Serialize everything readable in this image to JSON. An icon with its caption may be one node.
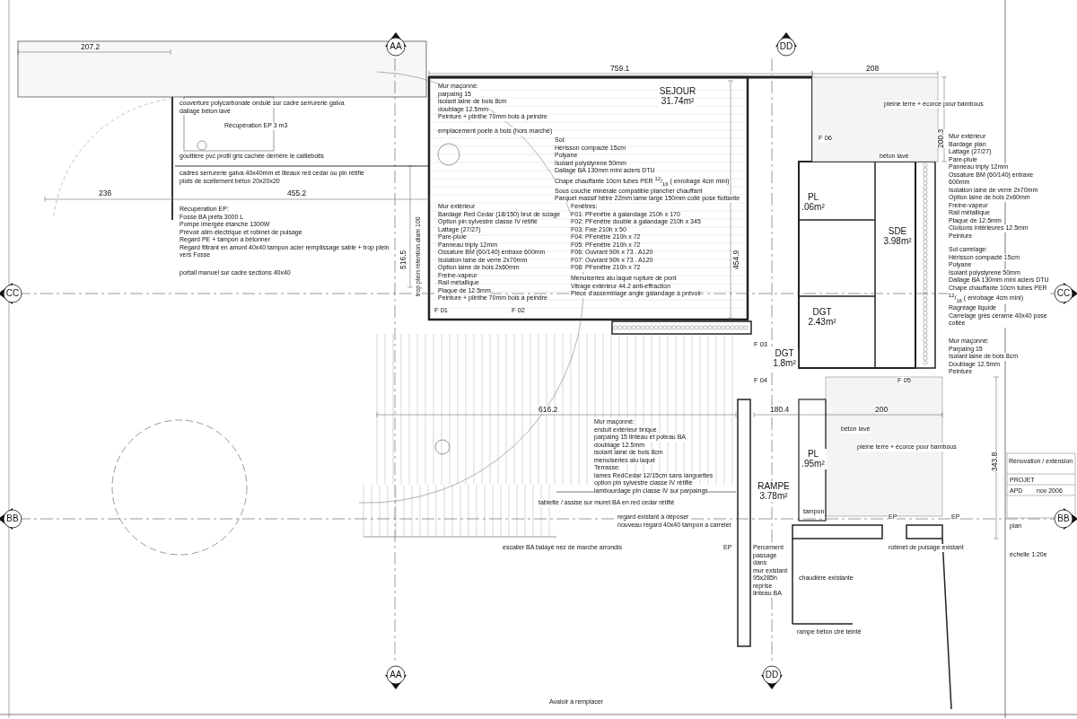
{
  "diagram": {
    "nodes": [
      {
        "text": [
          "SEJOUR",
          "31.74m²"
        ]
      },
      {
        "text": [
          "PL",
          ".06m²"
        ]
      },
      {
        "text": [
          "SDE",
          "3.98m²"
        ]
      },
      {
        "text": [
          "DGT",
          "2.43m²"
        ]
      },
      {
        "text": [
          "DGT",
          "1.8m²"
        ]
      },
      {
        "text": [
          "PL",
          ".95m²"
        ]
      },
      {
        "text": [
          "RAMPE",
          "3.78m²"
        ]
      }
    ],
    "labels": [
      "207.2",
      "759.1",
      "208",
      "AA",
      "DD",
      "Mur maçonné:",
      "parpaing 15",
      "isolant laine de bois 8cm",
      "doublage 12.5mm",
      "Peinture + plinthe 70mm bois à peindre",
      "couverture polycarbonate ondulé sur cadre serrurerie galva",
      "dallage béton lavé",
      "pleine terre + écorce pour bambous",
      "200.3",
      "Récupération EP 3 m3",
      "gouttière pvc profil gris cachée derrière le caillebotis",
      "béton lavé",
      "emplacement poele à bois (hors marché)",
      "cadres serrurerie galva 40x40mm et liteaux red cedar ou pin rétifié",
      "plots de scellement béton 20x20x20",
      "236",
      "455.2",
      "Récupération EP:",
      "Fosse BA préfa 3000 L",
      "Pompe imergée étanche 1300W",
      "Prévoir alim électrique et robinet de puisage",
      "Regard PE + tampon a bétonner",
      "Regard filtrant en amont 40x40 tampon acier remplissage sable + trop plein vers Fosse",
      "516.5",
      "454.9",
      "Mur extérieur",
      "Bardage plan",
      "Lattage (27/27)",
      "Pare-pluie",
      "Panneau triply 12mm",
      "Ossature BM (60/140) entraxe 600mm",
      "Isolation laine de verre 2x70mm",
      "Option laine de bois 2x60mm",
      "Freine-vapeur",
      "Rail métallique",
      "Plaque de 12.5mm",
      "Cloisons intérieures 12.5mm",
      "Peinture",
      "Sol carrelage:",
      "Hérisson compacté 15cm",
      "Polyane",
      "Isolant polystyrene 50mm",
      "Dallage BA 130mm mini aciers DTU",
      "Chape chauffante 10cm tubes PER $^{12}$/$_{16}$ ( enrobage 4cm mini)",
      "Ragréage liquide",
      "Carrelage grès cérame 40x40 pose collée",
      "Mur maçonné:",
      "Parpaing 15",
      "Isolant laine de bois 8cm",
      "Doublage 12.5mm",
      "Peinture",
      "Mur extérieur",
      "Bardage Red Cedar (18/150) brut de sciage",
      "Option pin sylvestre classe IV rétifié",
      "Lattage (27/27)",
      "Pare-pluie",
      "Panneau triply 12mm",
      "Ossature BM (60/140) entraxe 600mm",
      "Isolation laine de verre 2x70mm",
      "Option laine de bois 2x60mm",
      "Freine-vapeur",
      "Rail métallique",
      "Plaque de 12.5mm",
      "Peinture + plinthe 70mm bois à peindre",
      "Fenêtres:",
      "F01: PFenêtre à galandage 210h x 170",
      "F02: PFenêtre double à galandage 210h x 345",
      "F03: Fixe 210h x 50",
      "F04: PFenêtre 210h x 72",
      "F05: PFenêtre 210h x 72",
      "F06: Ouvrant 90h x 73 . A120",
      "F07: Ouvrant 90h x 73 . A120",
      "F08: PFenêtre 210h x 72",
      "Menuiseries alu laqué rupture de pont",
      "Vitrage extérieur 44.2 anti-effraction",
      "Pièce d'assemblage angle galandage à prévoir",
      "Sol:",
      "Hérisson compacté 15cm",
      "Polyane",
      "Isolant polystyrene 50mm",
      "Dallage BA 130mm mini aciers DTU",
      "Chape chauffante 10cm tubes PER $^{12}$/$_{16}$ ( enrobage 4cm mini)",
      "Sous couche minérale compatible plancher chauffant",
      "Parquet massif hêtre 22mm lame large 150mm collé pose flottante",
      "portail manuel sur cadre sections 40x40",
      "trop plein rétention diam 100",
      "CC",
      "CC",
      "F 01",
      "F 02",
      "F 06",
      "F 03",
      "F 04",
      "F 05",
      "616.2",
      "180.4",
      "200",
      "343.8",
      "béton lavé",
      "Mur maçonné:",
      "enduit extérieur brique",
      "parpaing 15 linteau et poteau BA",
      "doublage 12.5mm",
      "isolant laine de bois 8cm",
      "menuiseries alu laqué",
      "Terrasse:",
      "lames RedCedar 12/15cm sans languettes",
      "option pin sylvestre classe IV rétifié",
      "lambourdage pin classe IV sur parpaings",
      "pleine terre + écorce pour bambous",
      "tablette / assise sur muret BA en red cedar rétifié",
      "regard existant à déposer",
      "nouveau regard 40x40 tampon a carreler",
      "tampon",
      "EP",
      "EP",
      "escalier BA balayé nez de marche arrondis",
      "EP",
      "Percement",
      "passage dans",
      "mur existant",
      "95x285h",
      "reprise linteau BA",
      "robinet de puisage existant",
      "chaudière existante",
      "rampe béton ciré teinté",
      "BB",
      "BB",
      "AA",
      "DD",
      "Avaloir à remplacer",
      "Rénovation / extension",
      "PROJET",
      "APD",
      "nov 2006",
      "plan",
      "échelle 1:20e"
    ]
  }
}
